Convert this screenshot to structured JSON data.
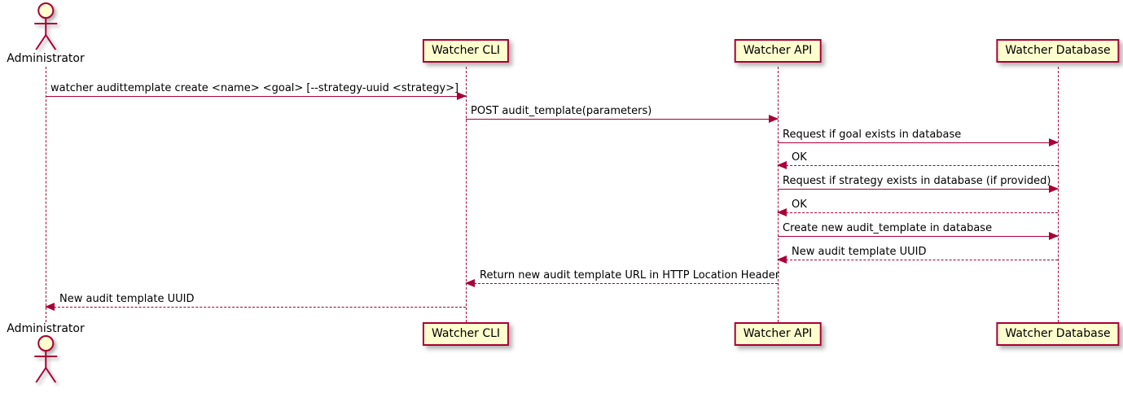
{
  "diagram": {
    "type": "sequence",
    "colors": {
      "stroke": "#A80036",
      "participant_fill": "#FEFECE",
      "text": "#000000",
      "background": "#FFFFFF",
      "shadow": "#888888"
    },
    "lifelines": [
      {
        "id": "administrator",
        "label": "Administrator",
        "kind": "actor"
      },
      {
        "id": "watcher-cli",
        "label": "Watcher CLI",
        "kind": "participant"
      },
      {
        "id": "watcher-api",
        "label": "Watcher API",
        "kind": "participant"
      },
      {
        "id": "watcher-database",
        "label": "Watcher Database",
        "kind": "participant"
      }
    ],
    "messages": [
      {
        "from": 0,
        "to": 1,
        "line": "solid",
        "text": "watcher audittemplate create <name> <goal> [--strategy-uuid <strategy>]"
      },
      {
        "from": 1,
        "to": 2,
        "line": "solid",
        "text": "POST audit_template(parameters)"
      },
      {
        "from": 2,
        "to": 3,
        "line": "solid",
        "text": "Request if goal exists in database"
      },
      {
        "from": 3,
        "to": 2,
        "line": "dashed",
        "text": "OK"
      },
      {
        "from": 2,
        "to": 3,
        "line": "solid",
        "text": "Request if strategy exists in database (if provided)"
      },
      {
        "from": 3,
        "to": 2,
        "line": "dashed",
        "text": "OK"
      },
      {
        "from": 2,
        "to": 3,
        "line": "solid",
        "text": "Create new audit_template in database"
      },
      {
        "from": 3,
        "to": 2,
        "line": "dashed",
        "text": "New audit template UUID"
      },
      {
        "from": 2,
        "to": 1,
        "line": "dashed",
        "text": "Return new audit template URL in HTTP Location Header"
      },
      {
        "from": 1,
        "to": 0,
        "line": "dashed",
        "text": "New audit template UUID"
      }
    ]
  }
}
